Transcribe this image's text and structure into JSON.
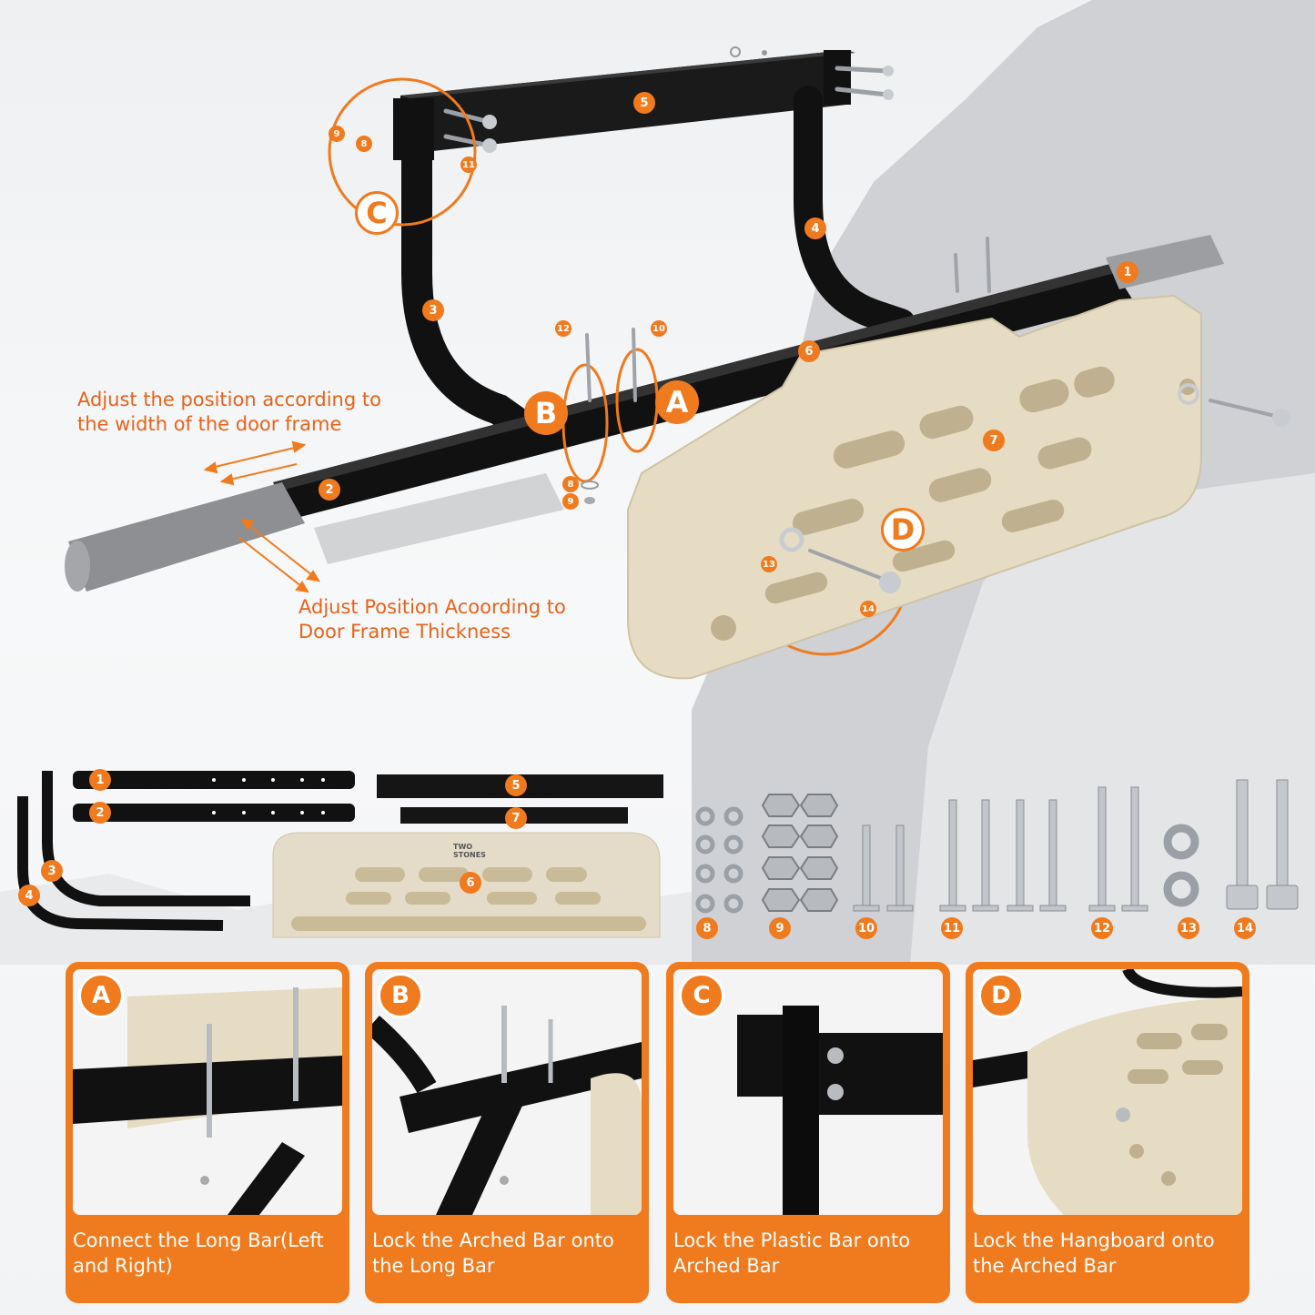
{
  "callouts": {
    "width_adjust": "Adjust the position according to the width of the door frame",
    "thickness_adjust": "Adjust Position Acoording to Door Frame Thickness"
  },
  "diagram_numbers": [
    "1",
    "2",
    "3",
    "4",
    "5",
    "6",
    "7",
    "8",
    "9",
    "10",
    "11",
    "12",
    "13",
    "14"
  ],
  "diagram_letters": [
    "A",
    "B",
    "C",
    "D"
  ],
  "hangboard_logo": "TWO STONES",
  "parts_numbers": [
    "1",
    "2",
    "3",
    "4",
    "5",
    "7",
    "6",
    "8",
    "9",
    "10",
    "11",
    "12",
    "13",
    "14"
  ],
  "steps": [
    {
      "letter": "A",
      "caption": "Connect the Long Bar(Left and Right)"
    },
    {
      "letter": "B",
      "caption": "Lock the Arched Bar onto the Long Bar"
    },
    {
      "letter": "C",
      "caption": "Lock the Plastic Bar onto Arched Bar"
    },
    {
      "letter": "D",
      "caption": "Lock the Hangboard onto the Arched Bar"
    }
  ],
  "colors": {
    "accent": "#f07a1e",
    "bar": "#141414",
    "wood": "#e6dcc4"
  }
}
